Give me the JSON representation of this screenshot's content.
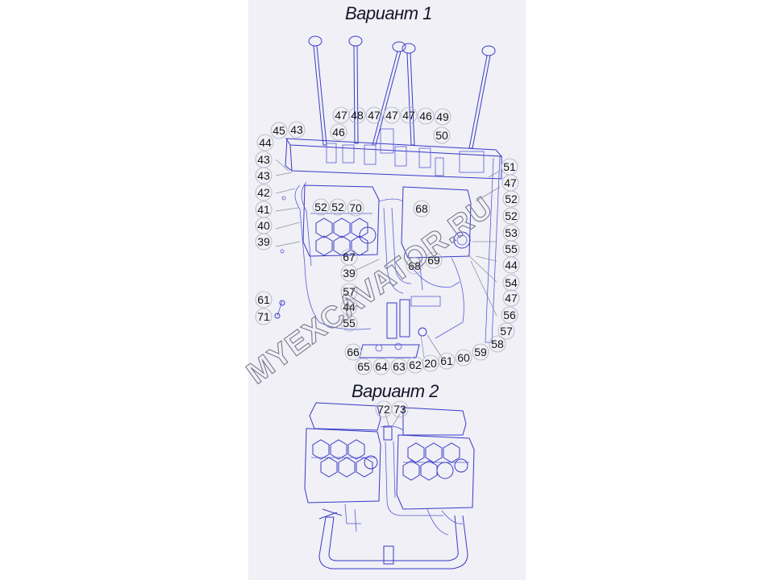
{
  "titles": {
    "variant1": "Вариант 1",
    "variant2": "Вариант 2"
  },
  "watermark": "MYEXCAVATOR.RU",
  "callouts": [
    {
      "id": "c1",
      "label": "47"
    },
    {
      "id": "c2",
      "label": "48"
    },
    {
      "id": "c3",
      "label": "47"
    },
    {
      "id": "c4",
      "label": "47"
    },
    {
      "id": "c5",
      "label": "47"
    },
    {
      "id": "c6",
      "label": "46"
    },
    {
      "id": "c7",
      "label": "49"
    },
    {
      "id": "c8",
      "label": "46"
    },
    {
      "id": "c9",
      "label": "50"
    },
    {
      "id": "c10",
      "label": "45"
    },
    {
      "id": "c11",
      "label": "43"
    },
    {
      "id": "c12",
      "label": "44"
    },
    {
      "id": "c13",
      "label": "43"
    },
    {
      "id": "c14",
      "label": "43"
    },
    {
      "id": "c15",
      "label": "42"
    },
    {
      "id": "c16",
      "label": "41"
    },
    {
      "id": "c17",
      "label": "40"
    },
    {
      "id": "c18",
      "label": "39"
    },
    {
      "id": "c19",
      "label": "52"
    },
    {
      "id": "c20",
      "label": "52"
    },
    {
      "id": "c21",
      "label": "70"
    },
    {
      "id": "c22",
      "label": "68"
    },
    {
      "id": "c23",
      "label": "51"
    },
    {
      "id": "c24",
      "label": "47"
    },
    {
      "id": "c25",
      "label": "52"
    },
    {
      "id": "c26",
      "label": "52"
    },
    {
      "id": "c27",
      "label": "53"
    },
    {
      "id": "c28",
      "label": "55"
    },
    {
      "id": "c29",
      "label": "44"
    },
    {
      "id": "c30",
      "label": "54"
    },
    {
      "id": "c31",
      "label": "47"
    },
    {
      "id": "c32",
      "label": "56"
    },
    {
      "id": "c33",
      "label": "57"
    },
    {
      "id": "c34",
      "label": "58"
    },
    {
      "id": "c35",
      "label": "67"
    },
    {
      "id": "c36",
      "label": "39"
    },
    {
      "id": "c37",
      "label": "68"
    },
    {
      "id": "c38",
      "label": "69"
    },
    {
      "id": "c39",
      "label": "57"
    },
    {
      "id": "c40",
      "label": "44"
    },
    {
      "id": "c41",
      "label": "55"
    },
    {
      "id": "c42",
      "label": "61"
    },
    {
      "id": "c43",
      "label": "71"
    },
    {
      "id": "c44",
      "label": "66"
    },
    {
      "id": "c45",
      "label": "65"
    },
    {
      "id": "c46",
      "label": "64"
    },
    {
      "id": "c47",
      "label": "63"
    },
    {
      "id": "c48",
      "label": "62"
    },
    {
      "id": "c49",
      "label": "20"
    },
    {
      "id": "c50",
      "label": "61"
    },
    {
      "id": "c51",
      "label": "60"
    },
    {
      "id": "c52",
      "label": "59"
    },
    {
      "id": "c53",
      "label": "72"
    },
    {
      "id": "c54",
      "label": "73"
    }
  ]
}
